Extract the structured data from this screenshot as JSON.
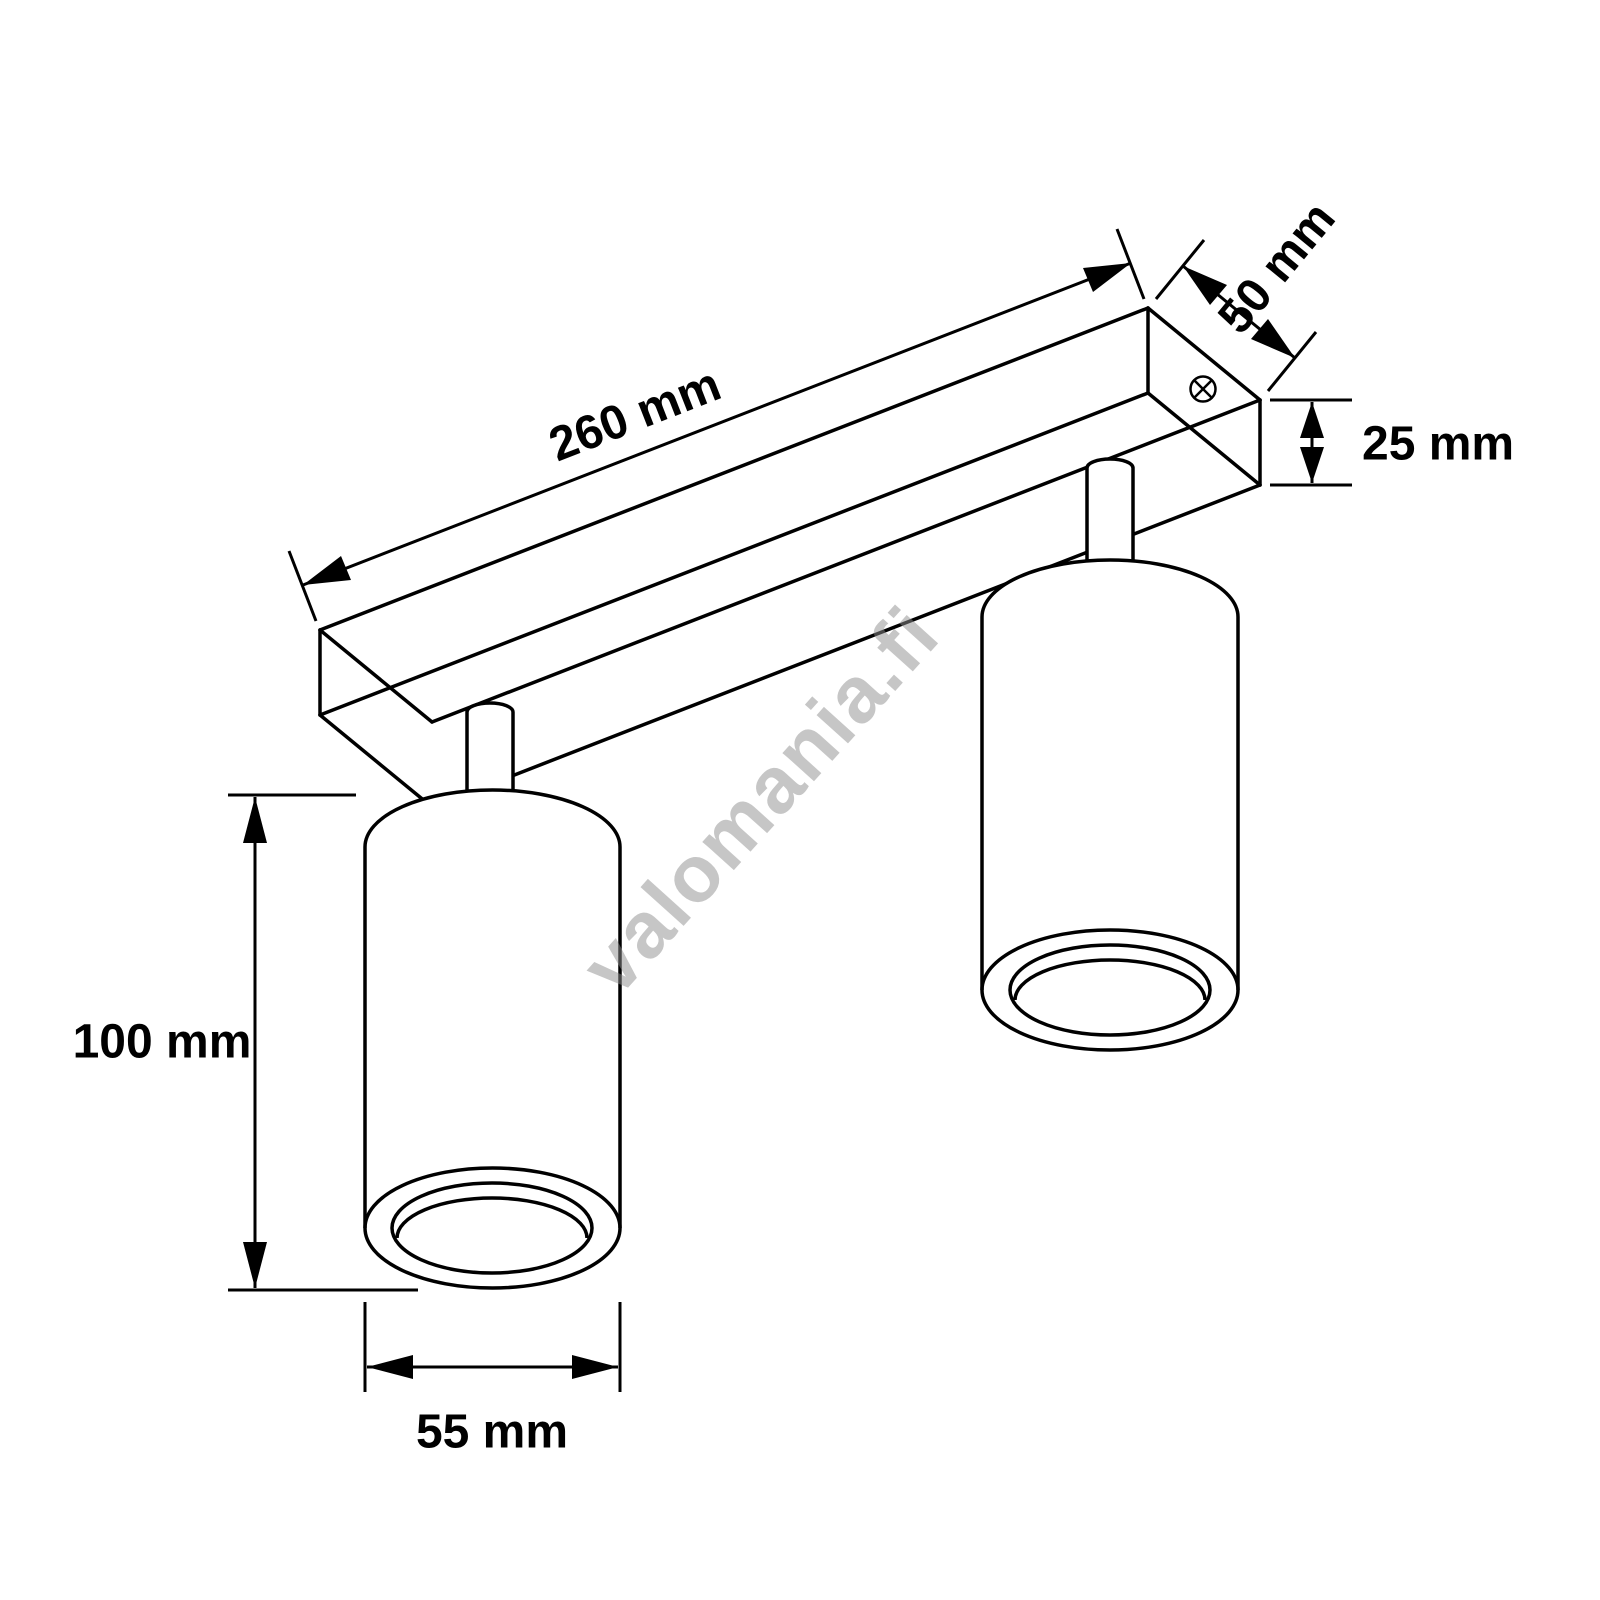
{
  "diagram": {
    "watermark": "valomania.fi",
    "colors": {
      "line": "#000000",
      "watermark": "#8f8f8f",
      "background": "#ffffff"
    },
    "dimensions": {
      "bar_length": {
        "label": "260 mm",
        "value": 260,
        "unit": "mm"
      },
      "bar_depth": {
        "label": "50 mm",
        "value": 50,
        "unit": "mm"
      },
      "bar_height": {
        "label": "25 mm",
        "value": 25,
        "unit": "mm"
      },
      "spot_height": {
        "label": "100 mm",
        "value": 100,
        "unit": "mm"
      },
      "spot_diameter": {
        "label": "55 mm",
        "value": 55,
        "unit": "mm"
      }
    }
  }
}
